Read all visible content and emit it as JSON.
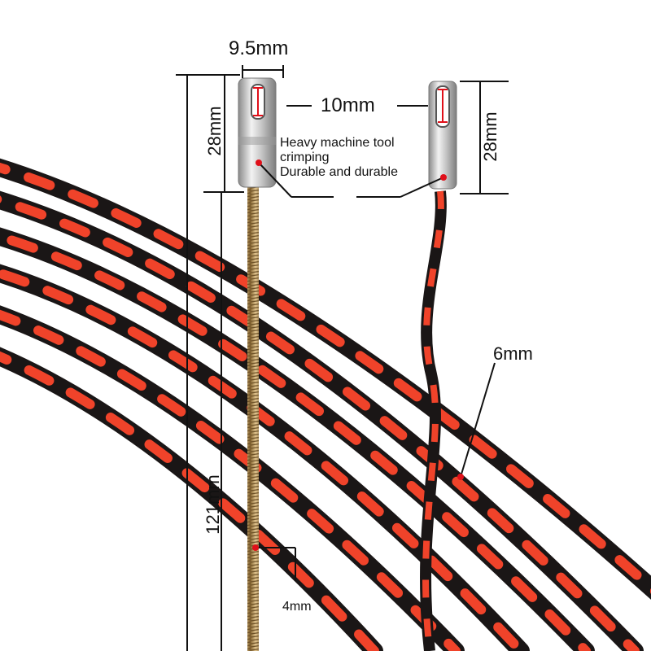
{
  "dimensions": {
    "top_width": "9.5mm",
    "tip_gap": "10mm",
    "left_tip_length": "28mm",
    "right_tip_length": "28mm",
    "spring_length": "121mm",
    "spring_diameter": "4mm",
    "cable_diameter": "6mm"
  },
  "callout": {
    "line1": "Heavy machine tool",
    "line2": "crimping",
    "line3": "Durable and durable"
  },
  "colors": {
    "background": "#ffffff",
    "cable_red": "#f0432a",
    "cable_black": "#1a1616",
    "spring_gold": "#b8955a",
    "tip_metal": "#cfcfcf",
    "marker_red": "#e0101a"
  }
}
